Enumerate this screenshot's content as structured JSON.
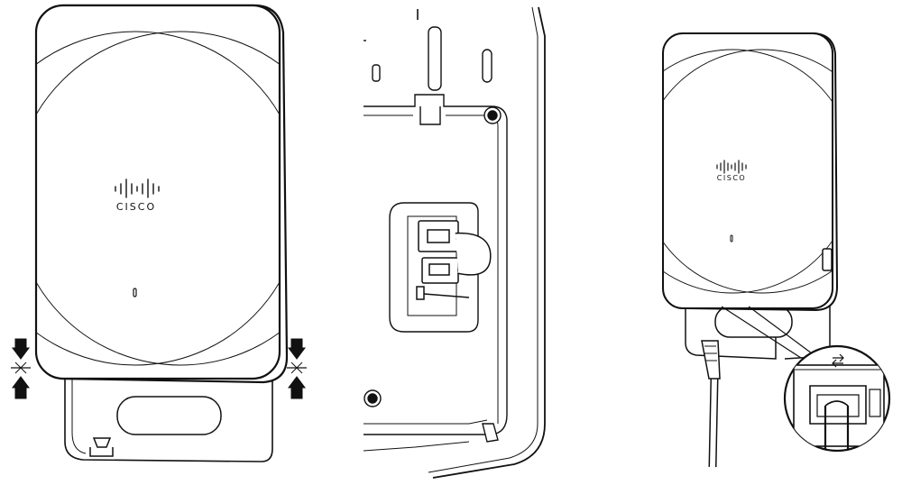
{
  "figure": {
    "brand_text": "CISCO",
    "panels": [
      {
        "id": "left",
        "name": "access-point-wall-mount-front"
      },
      {
        "id": "middle",
        "name": "wall-plate-cable-routing"
      },
      {
        "id": "right",
        "name": "access-point-ethernet-connection"
      }
    ],
    "icons": {
      "squeeze_left": "squeeze-arrows-icon",
      "squeeze_right": "squeeze-arrows-icon",
      "ethernet_port": "ethernet-port-icon"
    },
    "colors": {
      "line": "#111111",
      "fill": "#ffffff",
      "shadow": "#f2f2f2"
    }
  }
}
